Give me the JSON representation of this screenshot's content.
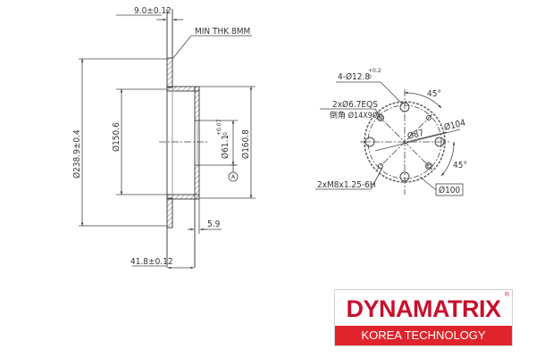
{
  "drawing": {
    "side_view": {
      "thickness_label": "9.0±0.12",
      "min_thickness_label": "MIN THK 8MM",
      "outer_diameter_label": "Ø238.9±0.4",
      "hat_inner_diameter_label": "Ø150.6",
      "center_bore_label": "Ø61.1",
      "center_bore_tol_upper": "+0.07",
      "center_bore_tol_lower": "0",
      "hat_outer_diameter_label": "Ø160.8",
      "datum_label": "A",
      "hat_wall_label": "5.9",
      "total_height_label": "41.8±0.12"
    },
    "front_view": {
      "stud_holes_label": "4-Ø12.8",
      "stud_holes_tol_upper": "+0.2",
      "stud_holes_tol_lower": "0",
      "pin_holes_label": "2xØ6.7EQS",
      "chamfer_label": "倒角 Ø14X90°",
      "angle_top_label": "45°",
      "angle_bottom_label": "45°",
      "pcd_inner_label": "Ø87",
      "pcd_outer_label": "Ø104",
      "thread_label": "2xM8x1.25-6H",
      "pcd_mid_label": "Ø100"
    }
  },
  "logo": {
    "brand": "DYNAMATRIX",
    "registered": "®",
    "tagline": "KOREA TECHNOLOGY",
    "brand_color": "#c8102e",
    "bar_color": "#e0242c"
  }
}
